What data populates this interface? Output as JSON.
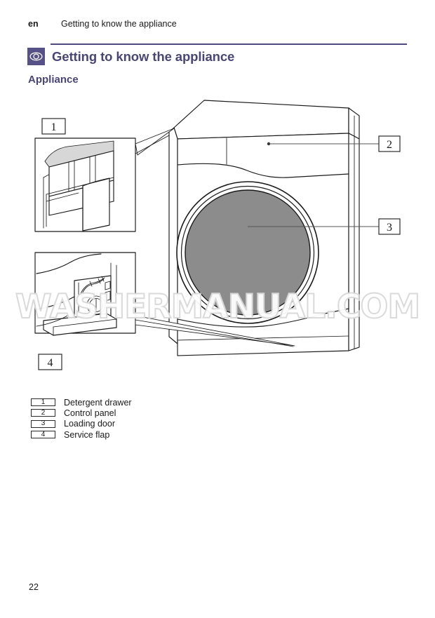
{
  "header": {
    "language": "en",
    "running_title": "Getting to know the appliance"
  },
  "chapter": {
    "icon": "eye-icon",
    "title": "Getting to know the appliance",
    "accent_color": "#565287",
    "title_color": "#4a4674"
  },
  "section": {
    "title": "Appliance"
  },
  "figure": {
    "callouts": [
      {
        "number": "1",
        "position": "inset-top-left"
      },
      {
        "number": "2",
        "position": "appliance-right-upper"
      },
      {
        "number": "3",
        "position": "appliance-right-middle"
      },
      {
        "number": "4",
        "position": "inset-bottom-left"
      }
    ],
    "insets": [
      {
        "id": "detergent-drawer-inset",
        "callout": "1"
      },
      {
        "id": "service-flap-inset",
        "callout": "4"
      }
    ],
    "door_color": "#8c8c8c"
  },
  "watermark": {
    "text": "WASHERMANUAL.COM"
  },
  "legend": {
    "items": [
      {
        "number": "1",
        "label": "Detergent drawer"
      },
      {
        "number": "2",
        "label": "Control panel"
      },
      {
        "number": "3",
        "label": "Loading door"
      },
      {
        "number": "4",
        "label": "Service flap"
      }
    ]
  },
  "footer": {
    "page_number": "22"
  }
}
